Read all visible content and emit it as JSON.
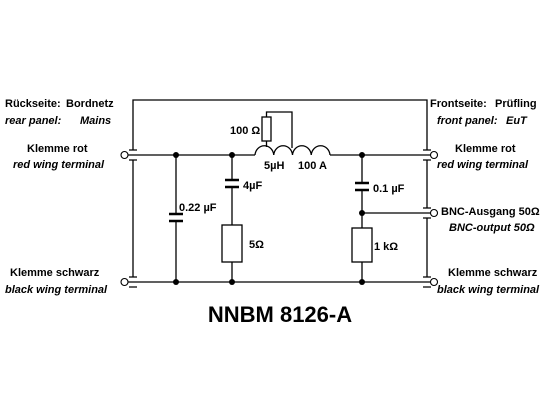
{
  "title": "NNBM 8126-A",
  "left_panel": {
    "heading_key": "Rückseite:",
    "heading_value": "Bordnetz",
    "sub_key": "rear panel:",
    "sub_value": "Mains"
  },
  "right_panel": {
    "heading_key": "Frontseite:",
    "heading_value": "Prüfling",
    "sub_key": "front panel:",
    "sub_value": "EuT"
  },
  "terminals": {
    "left_red": {
      "label": "Klemme rot",
      "sublabel": "red wing terminal"
    },
    "left_black": {
      "label": "Klemme schwarz",
      "sublabel": "black wing terminal"
    },
    "right_red": {
      "label": "Klemme rot",
      "sublabel": "red wing terminal"
    },
    "bnc": {
      "label": "BNC-Ausgang 50Ω",
      "sublabel": "BNC-output 50Ω"
    },
    "right_black": {
      "label": "Klemme schwarz",
      "sublabel": "black wing terminal"
    }
  },
  "components": {
    "r_parallel": "100 Ω",
    "inductor_value": "5µH",
    "inductor_current": "100 A",
    "c_input": "0.22 µF",
    "c_series": "4µF",
    "r_series": "5Ω",
    "c_output": "0.1 µF",
    "r_output": "1 kΩ"
  }
}
